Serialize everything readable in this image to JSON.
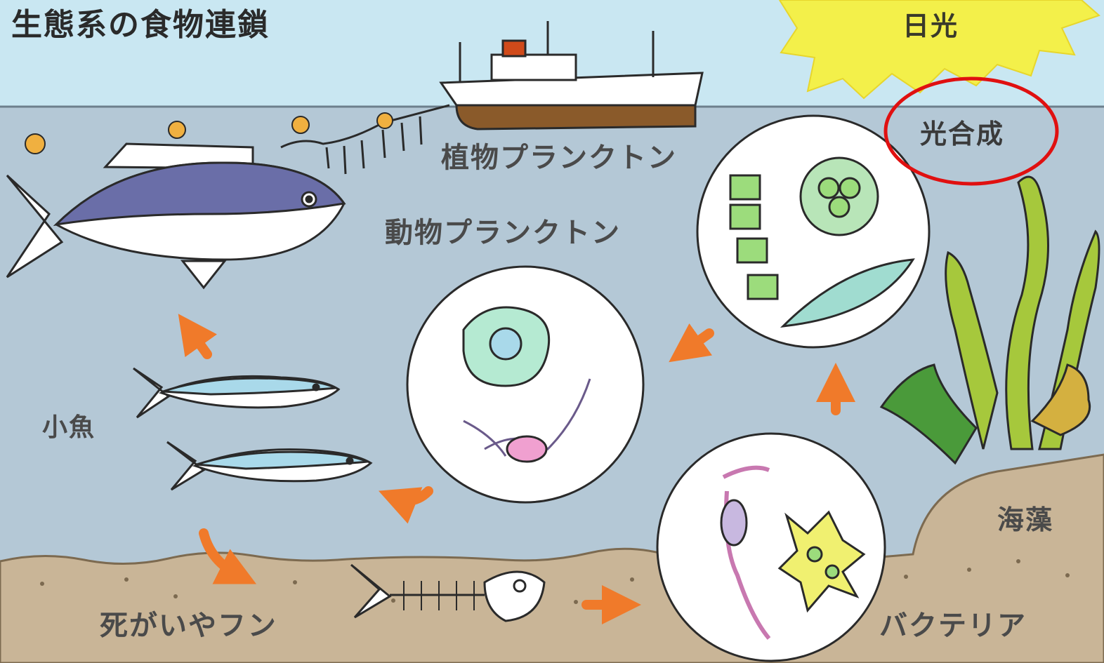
{
  "title": "生態系の食物連鎖",
  "labels": {
    "sunlight": "日光",
    "photosynthesis": "光合成",
    "phytoplankton": "植物プランクトン",
    "zooplankton": "動物プランクトン",
    "small_fish": "小魚",
    "seaweed": "海藻",
    "dead_matter": "死がいやフン",
    "bacteria": "バクテリア"
  },
  "colors": {
    "sky": "#c9e7f2",
    "sea": "#b4c8d6",
    "seabed": "#c9b597",
    "sun": "#f3f04a",
    "arrow": "#f07a2a",
    "highlight": "#e01010",
    "big_fish": "#6a6ea8",
    "small_fish": "#a9d9ea",
    "hull": "#8a5a2a"
  }
}
